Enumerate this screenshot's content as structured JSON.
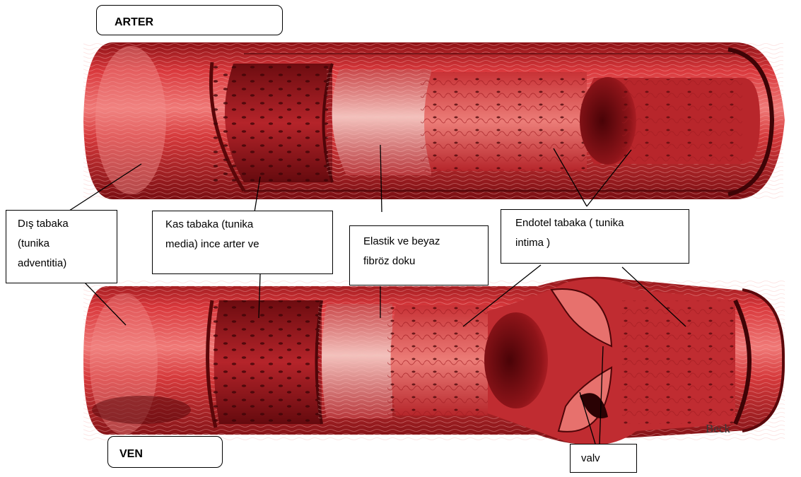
{
  "title_artery": "ARTER",
  "title_vein": "VEN",
  "labels": {
    "outer_layer": "Dış tabaka\n(tunika\nadventitia)",
    "muscle_layer": "Kas tabaka (tunika\nmedia) ince arter ve",
    "elastic_layer": "Elastik ve beyaz\nfibröz doku",
    "endothelium": "Endotel tabaka ( tunika\nintima )",
    "valve": "valv"
  },
  "signature": "Beck",
  "colors": {
    "vessel_red": "#c8252b",
    "dark_red": "#7a0d12",
    "light_red": "#e8585a",
    "highlight": "#f4b0b0",
    "elastic_pale": "#e9a7a3"
  }
}
